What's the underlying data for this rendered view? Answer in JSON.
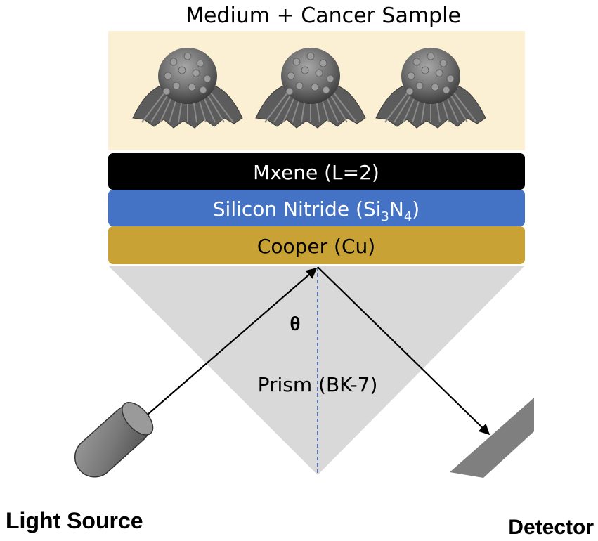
{
  "sample_region": {
    "title": "Medium + Cancer Sample",
    "background_color": "#fcf0d4",
    "cell_count": 3
  },
  "layers": [
    {
      "base": "Mxene (L=2)",
      "sub1": "",
      "mid": "",
      "sub2": "",
      "tail": "",
      "color": "#000000",
      "text_color": "#ffffff"
    },
    {
      "base": "Silicon Nitride (Si",
      "sub1": "3",
      "mid": "N",
      "sub2": "4",
      "tail": ")",
      "color": "#4472c4",
      "text_color": "#ffffff"
    },
    {
      "base": "Cooper (Cu)",
      "sub1": "",
      "mid": "",
      "sub2": "",
      "tail": "",
      "color": "#c9a235",
      "text_color": "#000000"
    }
  ],
  "prism": {
    "label": "Prism (BK-7)",
    "color": "#d9d9d9"
  },
  "angle_symbol": "θ",
  "light_source": {
    "label": "Light Source"
  },
  "detector": {
    "label": "Detector"
  }
}
